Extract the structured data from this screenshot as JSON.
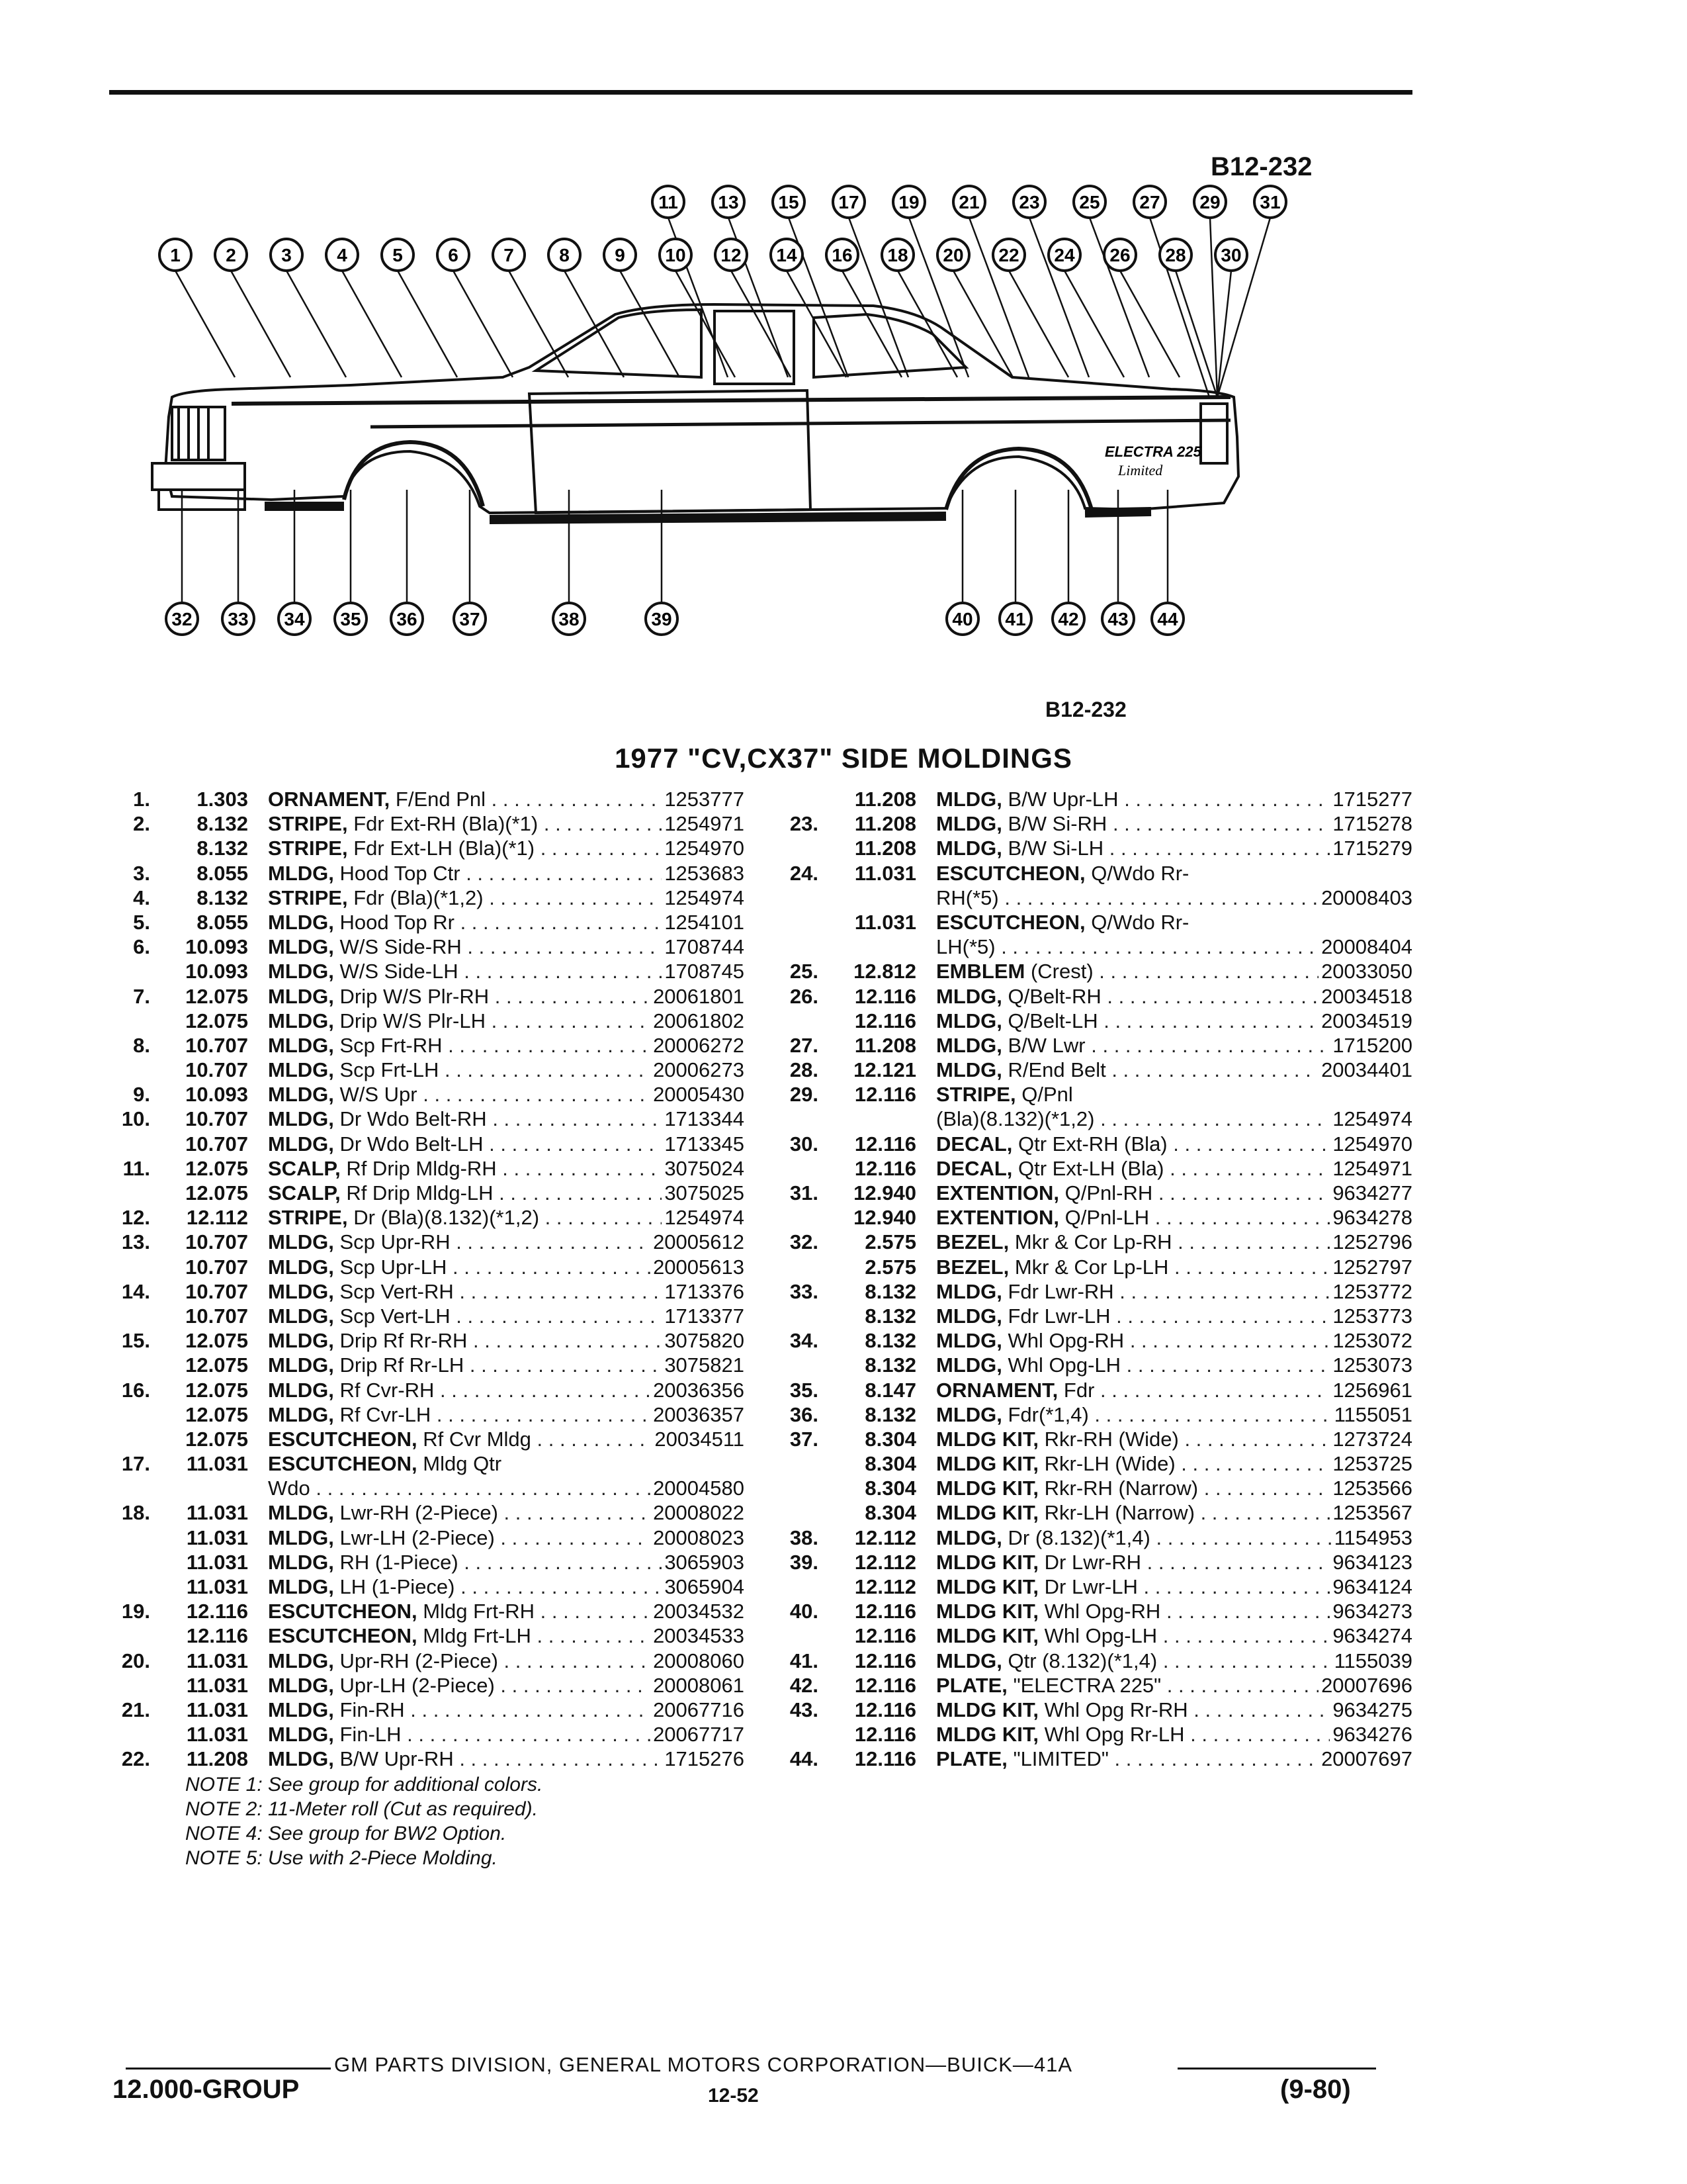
{
  "figure_code_top": "B12-232",
  "figure_code_bottom": "B12-232",
  "title": "1977 \"CV,CX37\" SIDE MOLDINGS",
  "diagram": {
    "badge_model": "ELECTRA 225",
    "badge_script": "Limited",
    "callouts_top_row_upper": [
      "11",
      "13",
      "15",
      "17",
      "19",
      "21",
      "23",
      "25",
      "27",
      "29",
      "31"
    ],
    "callouts_top_row_lower": [
      "1",
      "2",
      "3",
      "4",
      "5",
      "6",
      "7",
      "8",
      "9",
      "10",
      "12",
      "14",
      "16",
      "18",
      "20",
      "22",
      "24",
      "26",
      "28",
      "30"
    ],
    "callouts_bottom_row": [
      "32",
      "33",
      "34",
      "35",
      "36",
      "37",
      "38",
      "39",
      "40",
      "41",
      "42",
      "43",
      "44"
    ]
  },
  "parts_left": [
    {
      "num": "1.",
      "group": "1.303",
      "name": "ORNAMENT,",
      "detail": "F/End Pnl",
      "part": "1253777"
    },
    {
      "num": "2.",
      "group": "8.132",
      "name": "STRIPE,",
      "detail": "Fdr Ext-RH (Bla)(*1)",
      "part": "1254971"
    },
    {
      "num": "",
      "group": "8.132",
      "name": "STRIPE,",
      "detail": "Fdr Ext-LH (Bla)(*1)",
      "part": "1254970"
    },
    {
      "num": "3.",
      "group": "8.055",
      "name": "MLDG,",
      "detail": "Hood Top Ctr",
      "part": "1253683"
    },
    {
      "num": "4.",
      "group": "8.132",
      "name": "STRIPE,",
      "detail": "Fdr (Bla)(*1,2)",
      "part": "1254974"
    },
    {
      "num": "5.",
      "group": "8.055",
      "name": "MLDG,",
      "detail": "Hood Top Rr",
      "part": "1254101"
    },
    {
      "num": "6.",
      "group": "10.093",
      "name": "MLDG,",
      "detail": "W/S Side-RH",
      "part": "1708744"
    },
    {
      "num": "",
      "group": "10.093",
      "name": "MLDG,",
      "detail": "W/S Side-LH",
      "part": "1708745"
    },
    {
      "num": "7.",
      "group": "12.075",
      "name": "MLDG,",
      "detail": "Drip W/S Plr-RH",
      "part": "20061801"
    },
    {
      "num": "",
      "group": "12.075",
      "name": "MLDG,",
      "detail": "Drip W/S Plr-LH",
      "part": "20061802"
    },
    {
      "num": "8.",
      "group": "10.707",
      "name": "MLDG,",
      "detail": "Scp Frt-RH",
      "part": "20006272"
    },
    {
      "num": "",
      "group": "10.707",
      "name": "MLDG,",
      "detail": "Scp Frt-LH",
      "part": "20006273"
    },
    {
      "num": "9.",
      "group": "10.093",
      "name": "MLDG,",
      "detail": "W/S Upr",
      "part": "20005430"
    },
    {
      "num": "10.",
      "group": "10.707",
      "name": "MLDG,",
      "detail": "Dr Wdo Belt-RH",
      "part": "1713344"
    },
    {
      "num": "",
      "group": "10.707",
      "name": "MLDG,",
      "detail": "Dr Wdo Belt-LH",
      "part": "1713345"
    },
    {
      "num": "11.",
      "group": "12.075",
      "name": "SCALP,",
      "detail": "Rf Drip Mldg-RH",
      "part": "3075024"
    },
    {
      "num": "",
      "group": "12.075",
      "name": "SCALP,",
      "detail": "Rf Drip Mldg-LH",
      "part": "3075025"
    },
    {
      "num": "12.",
      "group": "12.112",
      "name": "STRIPE,",
      "detail": "Dr (Bla)(8.132)(*1,2)",
      "part": "1254974"
    },
    {
      "num": "13.",
      "group": "10.707",
      "name": "MLDG,",
      "detail": "Scp Upr-RH",
      "part": "20005612"
    },
    {
      "num": "",
      "group": "10.707",
      "name": "MLDG,",
      "detail": "Scp Upr-LH",
      "part": "20005613"
    },
    {
      "num": "14.",
      "group": "10.707",
      "name": "MLDG,",
      "detail": "Scp Vert-RH",
      "part": "1713376"
    },
    {
      "num": "",
      "group": "10.707",
      "name": "MLDG,",
      "detail": "Scp Vert-LH",
      "part": "1713377"
    },
    {
      "num": "15.",
      "group": "12.075",
      "name": "MLDG,",
      "detail": "Drip Rf Rr-RH",
      "part": "3075820"
    },
    {
      "num": "",
      "group": "12.075",
      "name": "MLDG,",
      "detail": "Drip Rf Rr-LH",
      "part": "3075821"
    },
    {
      "num": "16.",
      "group": "12.075",
      "name": "MLDG,",
      "detail": "Rf Cvr-RH",
      "part": "20036356"
    },
    {
      "num": "",
      "group": "12.075",
      "name": "MLDG,",
      "detail": "Rf Cvr-LH",
      "part": "20036357"
    },
    {
      "num": "",
      "group": "12.075",
      "name": "ESCUTCHEON,",
      "detail": "Rf Cvr Mldg",
      "part": "20034511"
    },
    {
      "num": "17.",
      "group": "11.031",
      "name": "ESCUTCHEON,",
      "detail": "Mldg Qtr",
      "part": ""
    },
    {
      "num": "",
      "group": "",
      "name": "",
      "detail": "Wdo",
      "part": "20004580"
    },
    {
      "num": "18.",
      "group": "11.031",
      "name": "MLDG,",
      "detail": "Lwr-RH (2-Piece)",
      "part": "20008022"
    },
    {
      "num": "",
      "group": "11.031",
      "name": "MLDG,",
      "detail": "Lwr-LH (2-Piece)",
      "part": "20008023"
    },
    {
      "num": "",
      "group": "11.031",
      "name": "MLDG,",
      "detail": "RH (1-Piece)",
      "part": "3065903"
    },
    {
      "num": "",
      "group": "11.031",
      "name": "MLDG,",
      "detail": "LH (1-Piece)",
      "part": "3065904"
    },
    {
      "num": "19.",
      "group": "12.116",
      "name": "ESCUTCHEON,",
      "detail": "Mldg Frt-RH",
      "part": "20034532"
    },
    {
      "num": "",
      "group": "12.116",
      "name": "ESCUTCHEON,",
      "detail": "Mldg Frt-LH",
      "part": "20034533"
    },
    {
      "num": "20.",
      "group": "11.031",
      "name": "MLDG,",
      "detail": "Upr-RH (2-Piece)",
      "part": "20008060"
    },
    {
      "num": "",
      "group": "11.031",
      "name": "MLDG,",
      "detail": "Upr-LH (2-Piece)",
      "part": "20008061"
    },
    {
      "num": "21.",
      "group": "11.031",
      "name": "MLDG,",
      "detail": "Fin-RH",
      "part": "20067716"
    },
    {
      "num": "",
      "group": "11.031",
      "name": "MLDG,",
      "detail": "Fin-LH",
      "part": "20067717"
    },
    {
      "num": "22.",
      "group": "11.208",
      "name": "MLDG,",
      "detail": "B/W Upr-RH",
      "part": "1715276"
    }
  ],
  "parts_right": [
    {
      "num": "",
      "group": "11.208",
      "name": "MLDG,",
      "detail": "B/W Upr-LH",
      "part": "1715277"
    },
    {
      "num": "23.",
      "group": "11.208",
      "name": "MLDG,",
      "detail": "B/W Si-RH",
      "part": "1715278"
    },
    {
      "num": "",
      "group": "11.208",
      "name": "MLDG,",
      "detail": "B/W Si-LH",
      "part": "1715279"
    },
    {
      "num": "24.",
      "group": "11.031",
      "name": "ESCUTCHEON,",
      "detail": "Q/Wdo Rr-",
      "part": ""
    },
    {
      "num": "",
      "group": "",
      "name": "",
      "detail": "RH(*5)",
      "part": "20008403"
    },
    {
      "num": "",
      "group": "11.031",
      "name": "ESCUTCHEON,",
      "detail": "Q/Wdo Rr-",
      "part": ""
    },
    {
      "num": "",
      "group": "",
      "name": "",
      "detail": "LH(*5)",
      "part": "20008404"
    },
    {
      "num": "25.",
      "group": "12.812",
      "name": "EMBLEM",
      "detail": "(Crest)",
      "part": "20033050"
    },
    {
      "num": "26.",
      "group": "12.116",
      "name": "MLDG,",
      "detail": "Q/Belt-RH",
      "part": "20034518"
    },
    {
      "num": "",
      "group": "12.116",
      "name": "MLDG,",
      "detail": "Q/Belt-LH",
      "part": "20034519"
    },
    {
      "num": "27.",
      "group": "11.208",
      "name": "MLDG,",
      "detail": "B/W Lwr",
      "part": "1715200"
    },
    {
      "num": "28.",
      "group": "12.121",
      "name": "MLDG,",
      "detail": "R/End Belt",
      "part": "20034401"
    },
    {
      "num": "29.",
      "group": "12.116",
      "name": "STRIPE,",
      "detail": "Q/Pnl",
      "part": ""
    },
    {
      "num": "",
      "group": "",
      "name": "",
      "detail": "(Bla)(8.132)(*1,2)",
      "part": "1254974"
    },
    {
      "num": "30.",
      "group": "12.116",
      "name": "DECAL,",
      "detail": "Qtr Ext-RH (Bla)",
      "part": "1254970"
    },
    {
      "num": "",
      "group": "12.116",
      "name": "DECAL,",
      "detail": "Qtr Ext-LH (Bla)",
      "part": "1254971"
    },
    {
      "num": "31.",
      "group": "12.940",
      "name": "EXTENTION,",
      "detail": "Q/Pnl-RH",
      "part": "9634277"
    },
    {
      "num": "",
      "group": "12.940",
      "name": "EXTENTION,",
      "detail": "Q/Pnl-LH",
      "part": "9634278"
    },
    {
      "num": "32.",
      "group": "2.575",
      "name": "BEZEL,",
      "detail": "Mkr & Cor Lp-RH",
      "part": "1252796"
    },
    {
      "num": "",
      "group": "2.575",
      "name": "BEZEL,",
      "detail": "Mkr & Cor Lp-LH",
      "part": "1252797"
    },
    {
      "num": "33.",
      "group": "8.132",
      "name": "MLDG,",
      "detail": "Fdr Lwr-RH",
      "part": "1253772"
    },
    {
      "num": "",
      "group": "8.132",
      "name": "MLDG,",
      "detail": "Fdr Lwr-LH",
      "part": "1253773"
    },
    {
      "num": "34.",
      "group": "8.132",
      "name": "MLDG,",
      "detail": "Whl Opg-RH",
      "part": "1253072"
    },
    {
      "num": "",
      "group": "8.132",
      "name": "MLDG,",
      "detail": "Whl Opg-LH",
      "part": "1253073"
    },
    {
      "num": "35.",
      "group": "8.147",
      "name": "ORNAMENT,",
      "detail": "Fdr",
      "part": "1256961"
    },
    {
      "num": "36.",
      "group": "8.132",
      "name": "MLDG,",
      "detail": "Fdr(*1,4)",
      "part": "1155051"
    },
    {
      "num": "37.",
      "group": "8.304",
      "name": "MLDG KIT,",
      "detail": "Rkr-RH (Wide)",
      "part": "1273724"
    },
    {
      "num": "",
      "group": "8.304",
      "name": "MLDG KIT,",
      "detail": "Rkr-LH (Wide)",
      "part": "1253725"
    },
    {
      "num": "",
      "group": "8.304",
      "name": "MLDG KIT,",
      "detail": "Rkr-RH (Narrow)",
      "part": "1253566"
    },
    {
      "num": "",
      "group": "8.304",
      "name": "MLDG KIT,",
      "detail": "Rkr-LH (Narrow)",
      "part": "1253567"
    },
    {
      "num": "38.",
      "group": "12.112",
      "name": "MLDG,",
      "detail": "Dr (8.132)(*1,4)",
      "part": "1154953"
    },
    {
      "num": "39.",
      "group": "12.112",
      "name": "MLDG KIT,",
      "detail": "Dr Lwr-RH",
      "part": "9634123"
    },
    {
      "num": "",
      "group": "12.112",
      "name": "MLDG KIT,",
      "detail": "Dr Lwr-LH",
      "part": "9634124"
    },
    {
      "num": "40.",
      "group": "12.116",
      "name": "MLDG KIT,",
      "detail": "Whl Opg-RH",
      "part": "9634273"
    },
    {
      "num": "",
      "group": "12.116",
      "name": "MLDG KIT,",
      "detail": "Whl Opg-LH",
      "part": "9634274"
    },
    {
      "num": "41.",
      "group": "12.116",
      "name": "MLDG,",
      "detail": "Qtr (8.132)(*1,4)",
      "part": "1155039"
    },
    {
      "num": "42.",
      "group": "12.116",
      "name": "PLATE,",
      "detail": "\"ELECTRA 225\"",
      "part": "20007696"
    },
    {
      "num": "43.",
      "group": "12.116",
      "name": "MLDG KIT,",
      "detail": "Whl Opg Rr-RH",
      "part": "9634275"
    },
    {
      "num": "",
      "group": "12.116",
      "name": "MLDG KIT,",
      "detail": "Whl Opg Rr-LH",
      "part": "9634276"
    },
    {
      "num": "44.",
      "group": "12.116",
      "name": "PLATE,",
      "detail": "\"LIMITED\"",
      "part": "20007697"
    }
  ],
  "notes": [
    "NOTE 1: See group for additional colors.",
    "NOTE 2: 11-Meter roll (Cut as required).",
    "NOTE 4: See group for BW2 Option.",
    "NOTE 5: Use with 2-Piece Molding."
  ],
  "footer": {
    "publisher": "GM PARTS DIVISION, GENERAL MOTORS CORPORATION—BUICK—41A",
    "group": "12.000-GROUP",
    "page": "12-52",
    "date_code": "(9-80)"
  }
}
